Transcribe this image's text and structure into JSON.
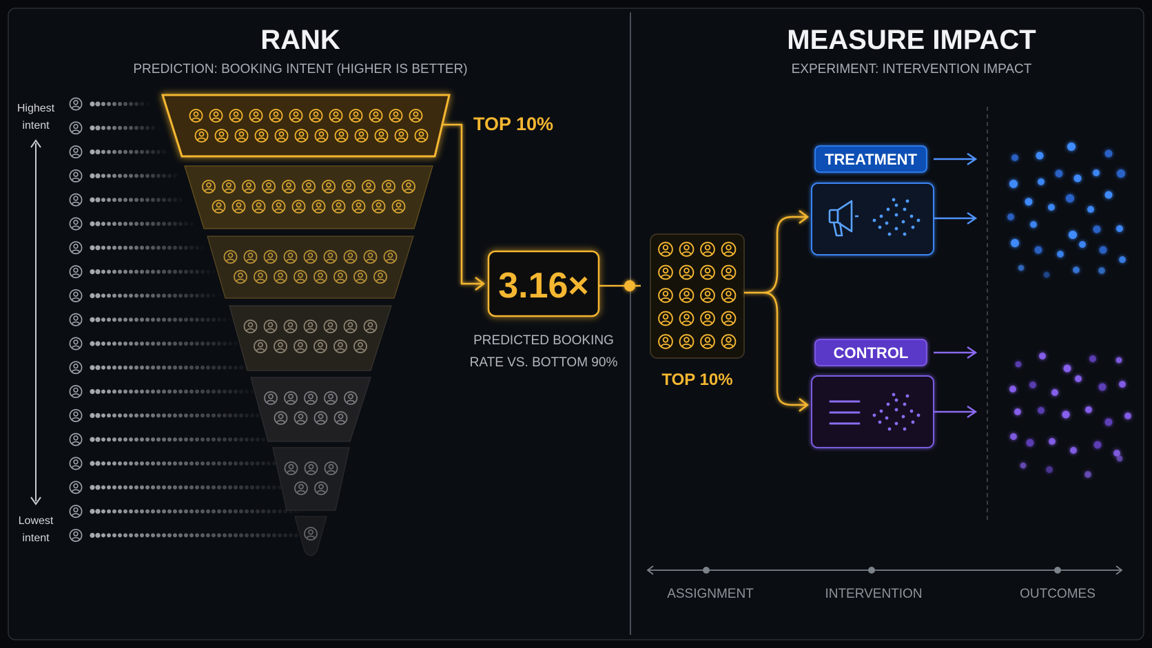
{
  "rank": {
    "title": "RANK",
    "subtitle": "PREDICTION: BOOKING INTENT (HIGHER IS BETTER)",
    "axis_top": [
      "Highest",
      "intent"
    ],
    "axis_bottom": [
      "Lowest",
      "intent"
    ],
    "top_label": "TOP 10%",
    "funnel_rows": [
      [
        12,
        12
      ],
      [
        11,
        10
      ],
      [
        9,
        8
      ],
      [
        7,
        6
      ],
      [
        5,
        4
      ],
      [
        3,
        2
      ],
      [
        1
      ]
    ]
  },
  "metric": {
    "value": "3.16×",
    "caption": [
      "PREDICTED BOOKING",
      "RATE VS. BOTTOM 90%"
    ]
  },
  "measure": {
    "title": "MEASURE IMPACT",
    "subtitle": "EXPERIMENT: INTERVENTION IMPACT",
    "group_label": "TOP 10%",
    "treatment_label": "TREATMENT",
    "control_label": "CONTROL",
    "timeline": [
      "ASSIGNMENT",
      "INTERVENTION",
      "OUTCOMES"
    ]
  },
  "colors": {
    "gold": "#f5b731",
    "treatment": "#2f7df6",
    "control": "#7a52e6",
    "background": "#07090c"
  },
  "icons": {
    "person": "person-circle-icon",
    "megaphone": "megaphone-icon",
    "lines": "text-lines-icon"
  }
}
